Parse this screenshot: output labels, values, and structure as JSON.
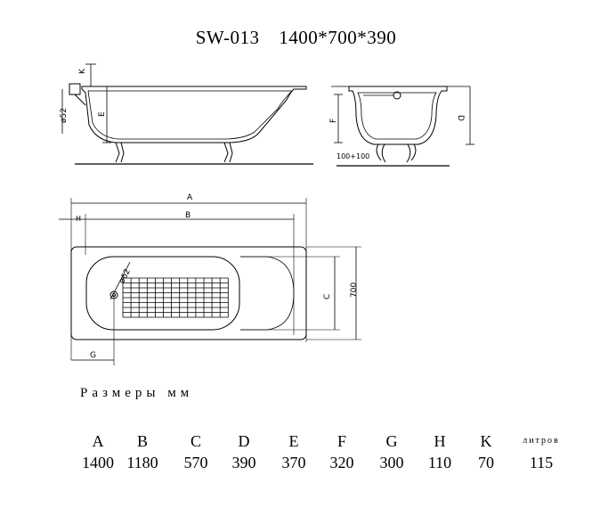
{
  "title": {
    "model": "SW-013",
    "size": "1400*700*390"
  },
  "drawing_labels": {
    "k": "K",
    "e": "E",
    "phi52_side": "ø52",
    "f": "F",
    "d": "D",
    "legs": "100+100",
    "a": "A",
    "b": "B",
    "h": "H",
    "c": "C",
    "w700": "700",
    "g": "G",
    "phi62": "ø62"
  },
  "sizes_label": "Размеры мм",
  "dimensions": [
    {
      "key": "A",
      "value": "1400"
    },
    {
      "key": "B",
      "value": "1180"
    },
    {
      "key": "C",
      "value": "570"
    },
    {
      "key": "D",
      "value": "390"
    },
    {
      "key": "E",
      "value": "370"
    },
    {
      "key": "F",
      "value": "320"
    },
    {
      "key": "G",
      "value": "300"
    },
    {
      "key": "H",
      "value": "110"
    },
    {
      "key": "K",
      "value": "70"
    },
    {
      "key": "литров",
      "value": "115"
    }
  ]
}
